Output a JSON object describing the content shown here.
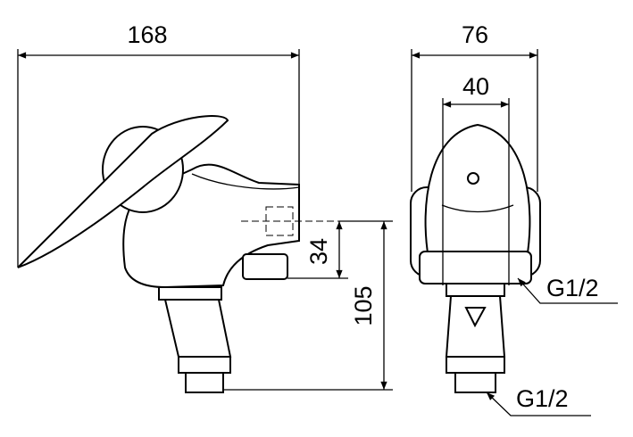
{
  "title": "Faucet dimension drawing",
  "dimensions": {
    "side_width": "168",
    "front_width": "76",
    "inner_width": "40",
    "outlet_height": "34",
    "total_height": "105"
  },
  "threads": {
    "upper": "G1/2",
    "lower": "G1/2"
  }
}
